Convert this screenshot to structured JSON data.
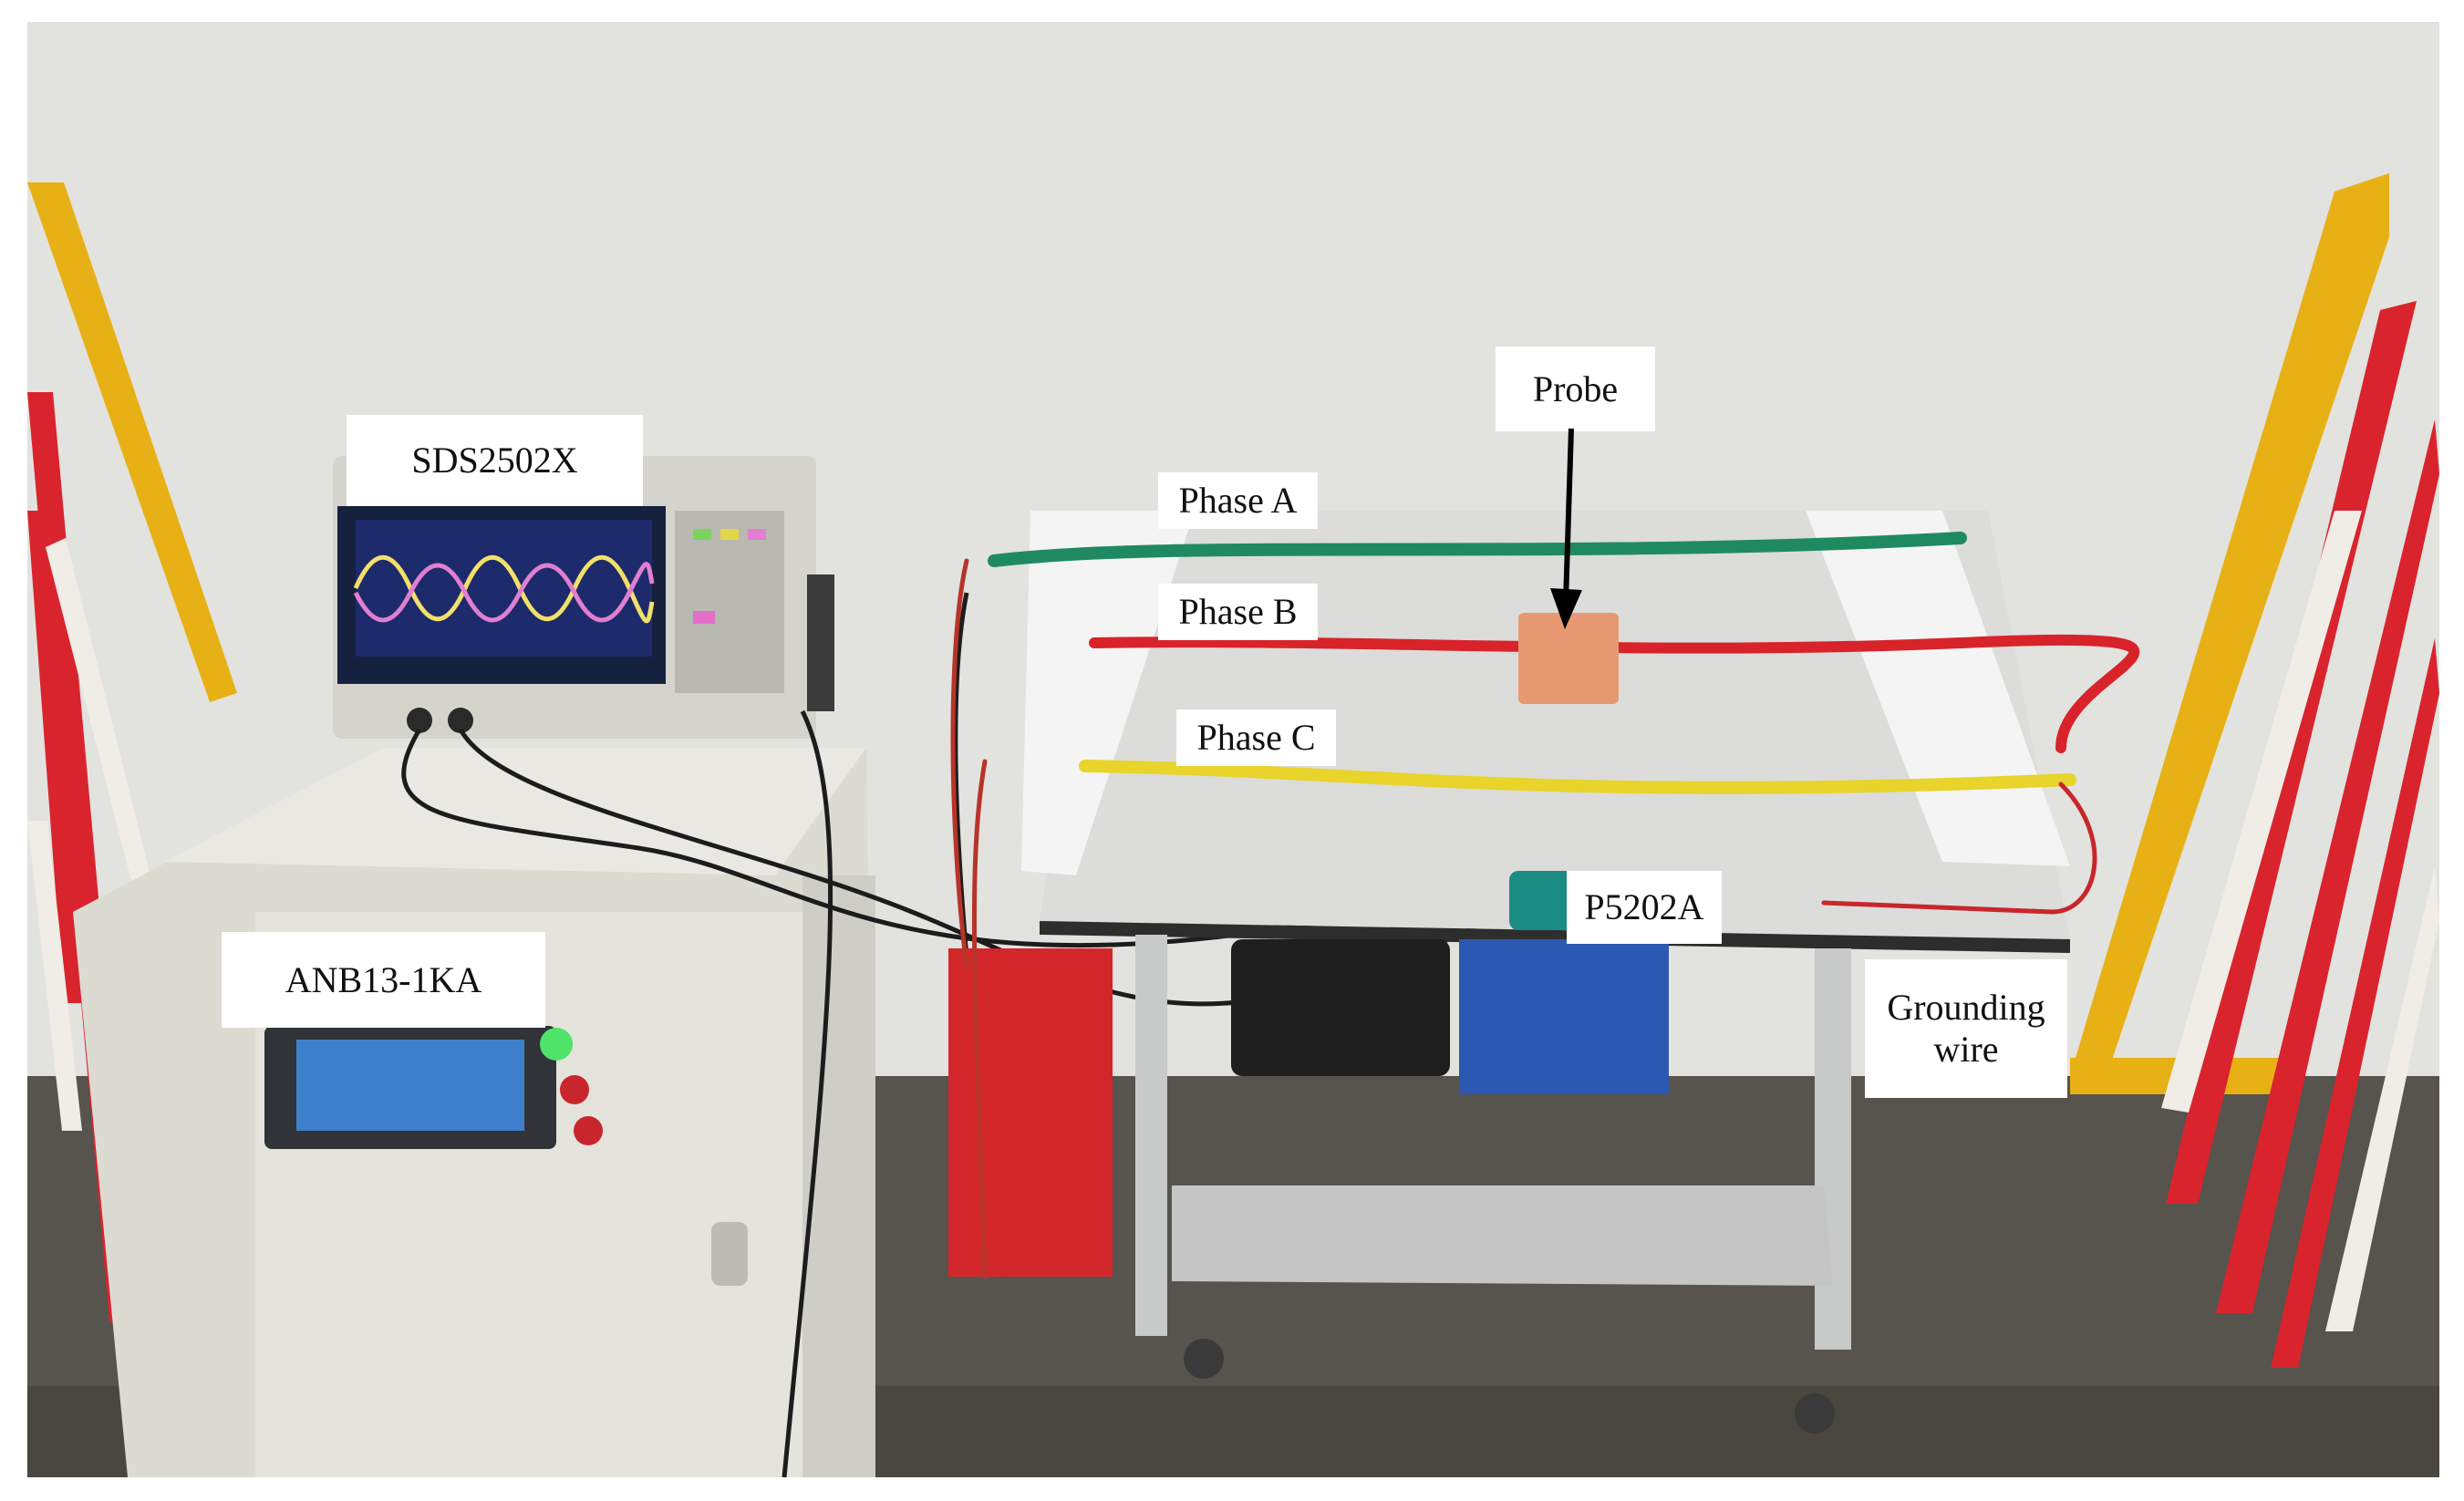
{
  "labels": {
    "oscilloscope": "SDS2502X",
    "source": "ANB13-1KA",
    "probe": "Probe",
    "phase_a": "Phase A",
    "phase_b": "Phase B",
    "phase_c": "Phase C",
    "current_probe": "P5202A",
    "grounding_line1": "Grounding",
    "grounding_line2": "wire"
  },
  "colors": {
    "background_wall": "#e3e3e1",
    "floor": "#55514c",
    "phase_a_cable": "#1f8a62",
    "phase_b_cable": "#d8232a",
    "phase_c_cable": "#e8d42a",
    "probe_copper": "#e79a72",
    "cabinet": "#e2e1d9",
    "pole_yellow": "#e7b115",
    "pole_red": "#d9242d",
    "oscilloscope_screen": "#1d2a6c"
  }
}
